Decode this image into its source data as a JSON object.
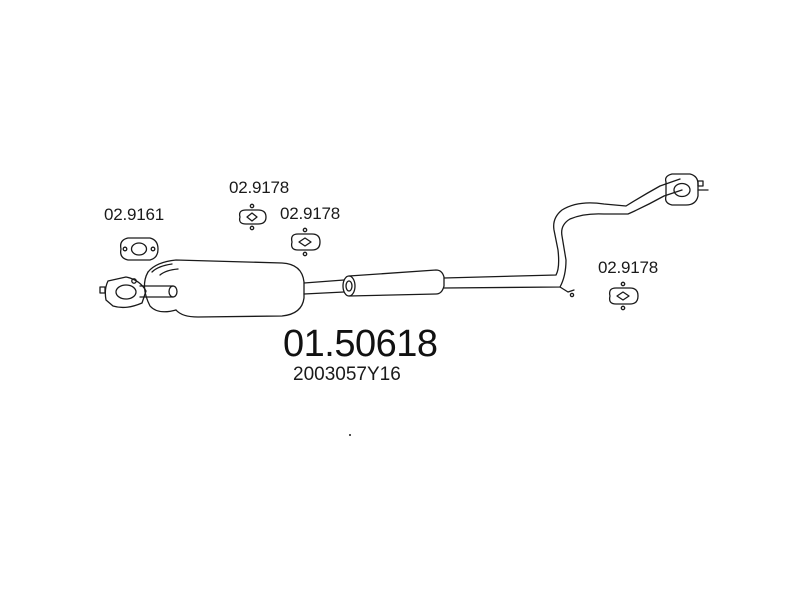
{
  "part_number": "01.50618",
  "oe_number": "2003057Y16",
  "callouts": {
    "flange_gasket": "02.9161",
    "hanger_top": "02.9178",
    "hanger_middle": "02.9178",
    "hanger_right": "02.9178"
  },
  "colors": {
    "line": "#1a1a1a",
    "background": "#ffffff"
  }
}
